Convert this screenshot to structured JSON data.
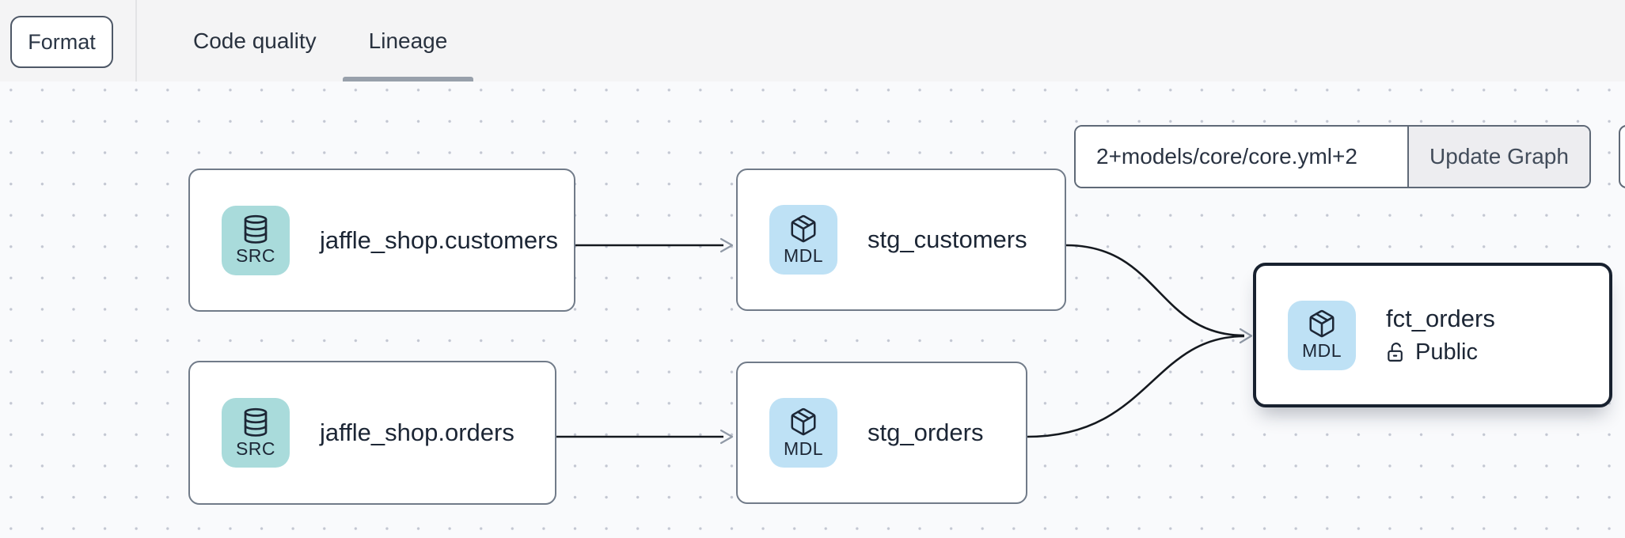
{
  "header": {
    "format_button": "Format",
    "tabs": [
      {
        "label": "Code quality",
        "active": false
      },
      {
        "label": "Lineage",
        "active": true
      }
    ]
  },
  "graph_controls": {
    "selector_value": "2+models/core/core.yml+2",
    "update_button": "Update Graph"
  },
  "nodes": [
    {
      "label": "jaffle_shop.customers",
      "type": "SRC",
      "selected": false
    },
    {
      "label": "stg_customers",
      "type": "MDL",
      "selected": false
    },
    {
      "label": "jaffle_shop.orders",
      "type": "SRC",
      "selected": false
    },
    {
      "label": "stg_orders",
      "type": "MDL",
      "selected": false
    },
    {
      "label": "fct_orders",
      "type": "MDL",
      "access": "Public",
      "selected": true
    }
  ],
  "edges": [
    {
      "from": "jaffle_shop.customers",
      "to": "stg_customers"
    },
    {
      "from": "jaffle_shop.orders",
      "to": "stg_orders"
    },
    {
      "from": "stg_customers",
      "to": "fct_orders"
    },
    {
      "from": "stg_orders",
      "to": "fct_orders"
    }
  ],
  "colors": {
    "src_badge": "#a9dbdb",
    "mdl_badge": "#bee1f5",
    "node_border": "#717b89",
    "selected_node_border": "#18212f",
    "edge": "#15191f",
    "arrowhead": "#9099a6",
    "tab_underline": "#98a0ab",
    "text": "#1c2635",
    "topbar_bg": "#f4f4f5",
    "canvas_bg": "#f9fafc"
  }
}
